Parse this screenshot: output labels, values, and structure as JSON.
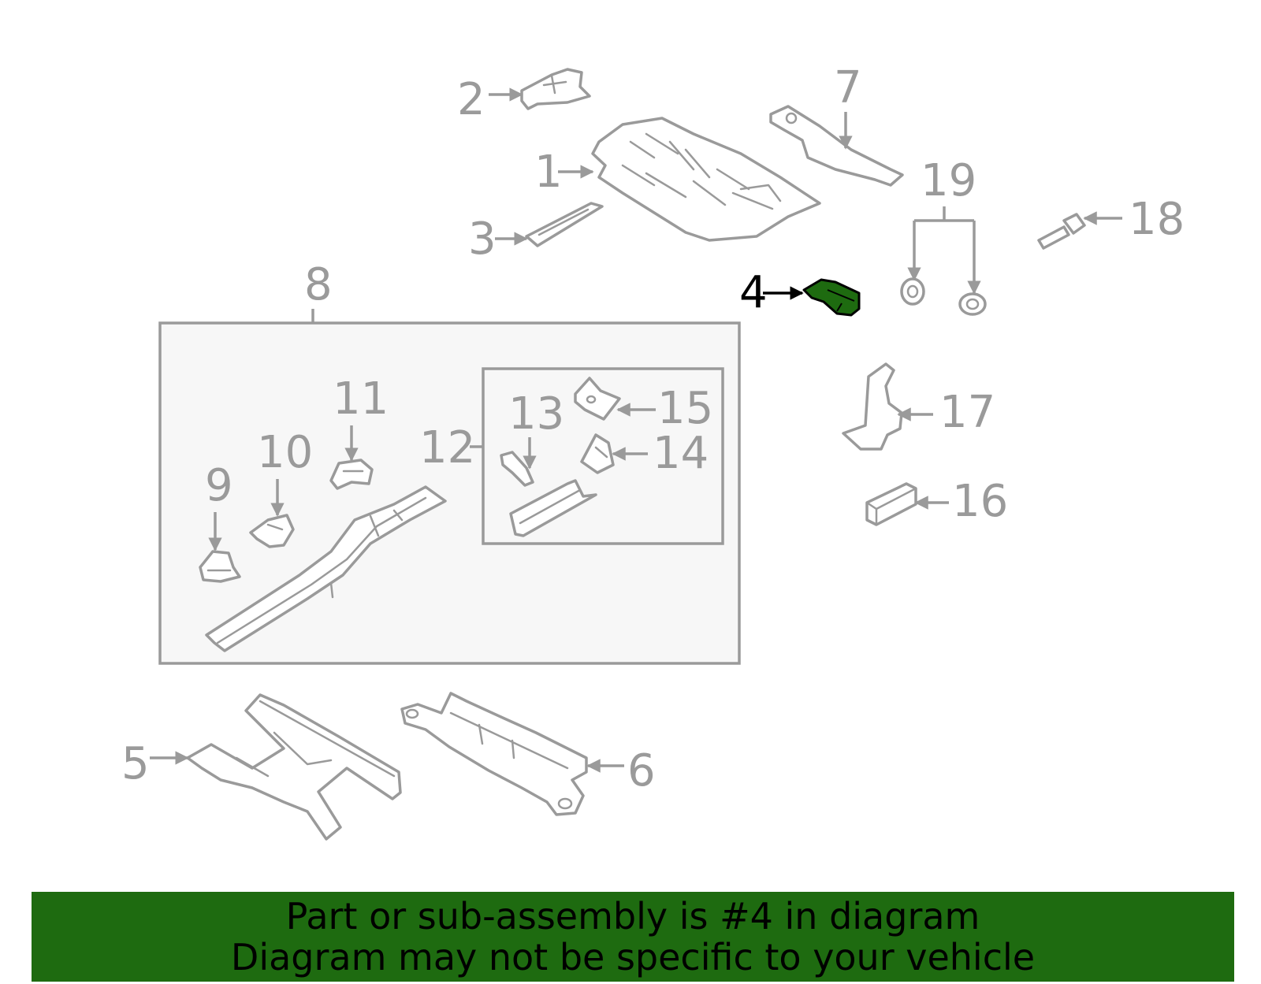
{
  "highlight_color": "#1e6b10",
  "callout_color": "#9a9a9a",
  "active_callout": "4",
  "callouts": {
    "c1": "1",
    "c2": "2",
    "c3": "3",
    "c4": "4",
    "c5": "5",
    "c6": "6",
    "c7": "7",
    "c8": "8",
    "c9": "9",
    "c10": "10",
    "c11": "11",
    "c12": "12",
    "c13": "13",
    "c14": "14",
    "c15": "15",
    "c16": "16",
    "c17": "17",
    "c18": "18",
    "c19": "19"
  },
  "banner": {
    "line1": "Part or sub-assembly is #4 in diagram",
    "line2": "Diagram may not be specific to your vehicle"
  }
}
